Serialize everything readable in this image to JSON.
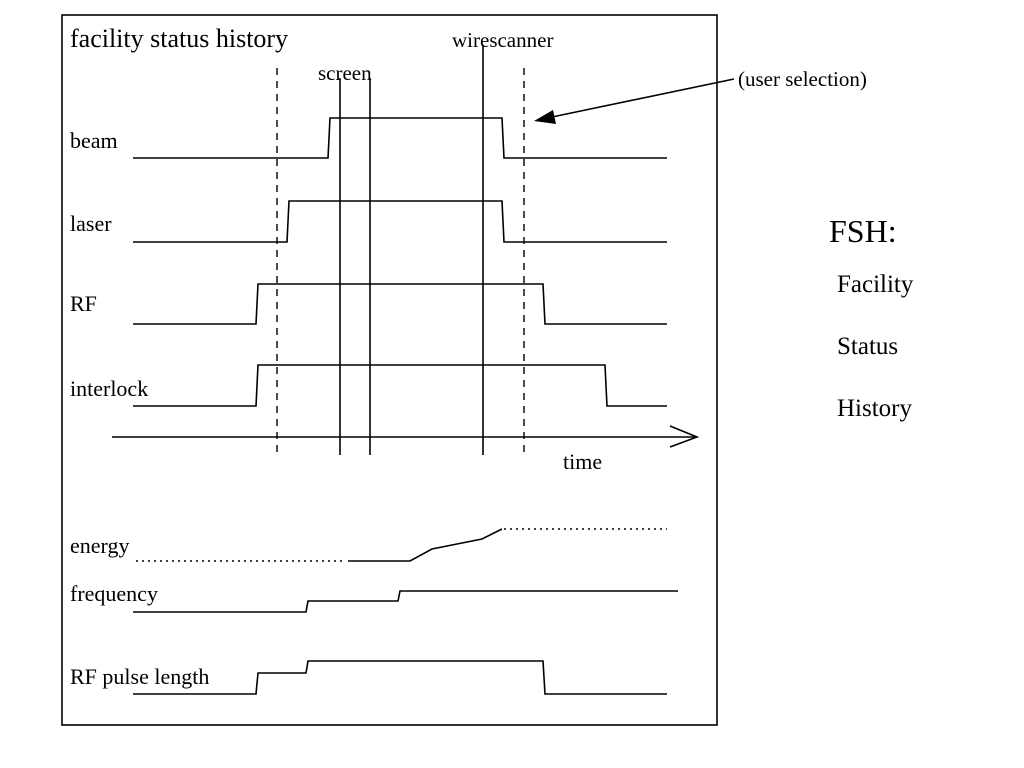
{
  "title": "facility status history",
  "markers": {
    "screen": "screen",
    "wirescanner": "wirescanner",
    "user_selection": "(user selection)"
  },
  "signals": {
    "beam": "beam",
    "laser": "laser",
    "rf": "RF",
    "interlock": "interlock"
  },
  "axis": {
    "time": "time"
  },
  "analog": {
    "energy": "energy",
    "frequency": "frequency",
    "rf_pulse_length": "RF pulse length"
  },
  "sidebar": {
    "heading": "FSH:",
    "lines": [
      "Facility",
      "Status",
      "History"
    ]
  }
}
